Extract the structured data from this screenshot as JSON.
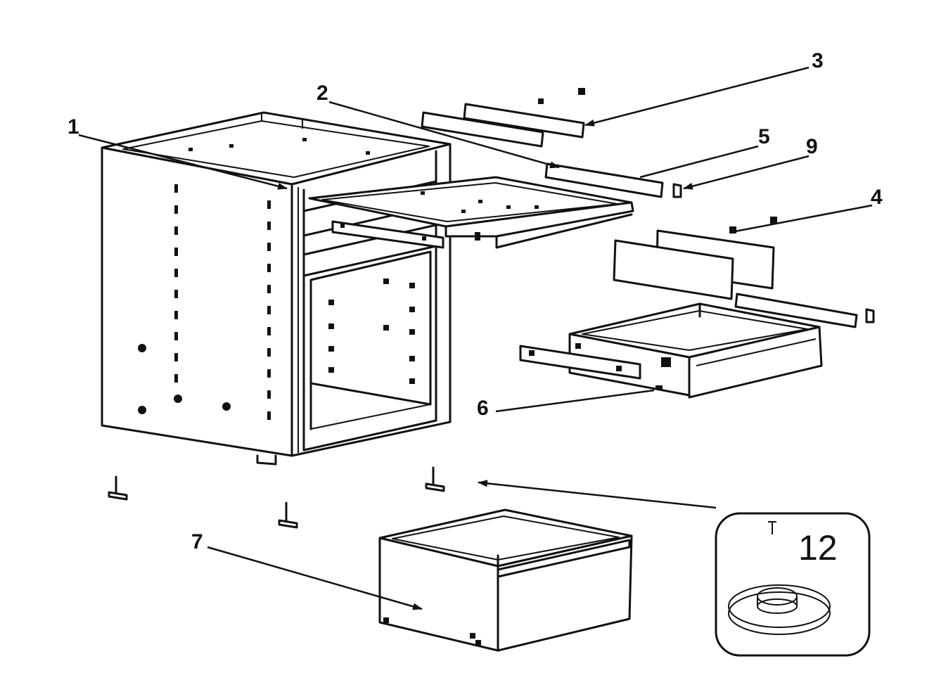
{
  "diagram": {
    "callouts": [
      {
        "id": "1",
        "label": "1"
      },
      {
        "id": "2",
        "label": "2"
      },
      {
        "id": "3",
        "label": "3"
      },
      {
        "id": "4",
        "label": "4"
      },
      {
        "id": "5",
        "label": "5"
      },
      {
        "id": "6",
        "label": "6"
      },
      {
        "id": "7",
        "label": "7"
      },
      {
        "id": "9",
        "label": "9"
      }
    ],
    "detail_badge": {
      "label": "12"
    },
    "colors": {
      "line": "#111111",
      "background": "#ffffff"
    }
  }
}
